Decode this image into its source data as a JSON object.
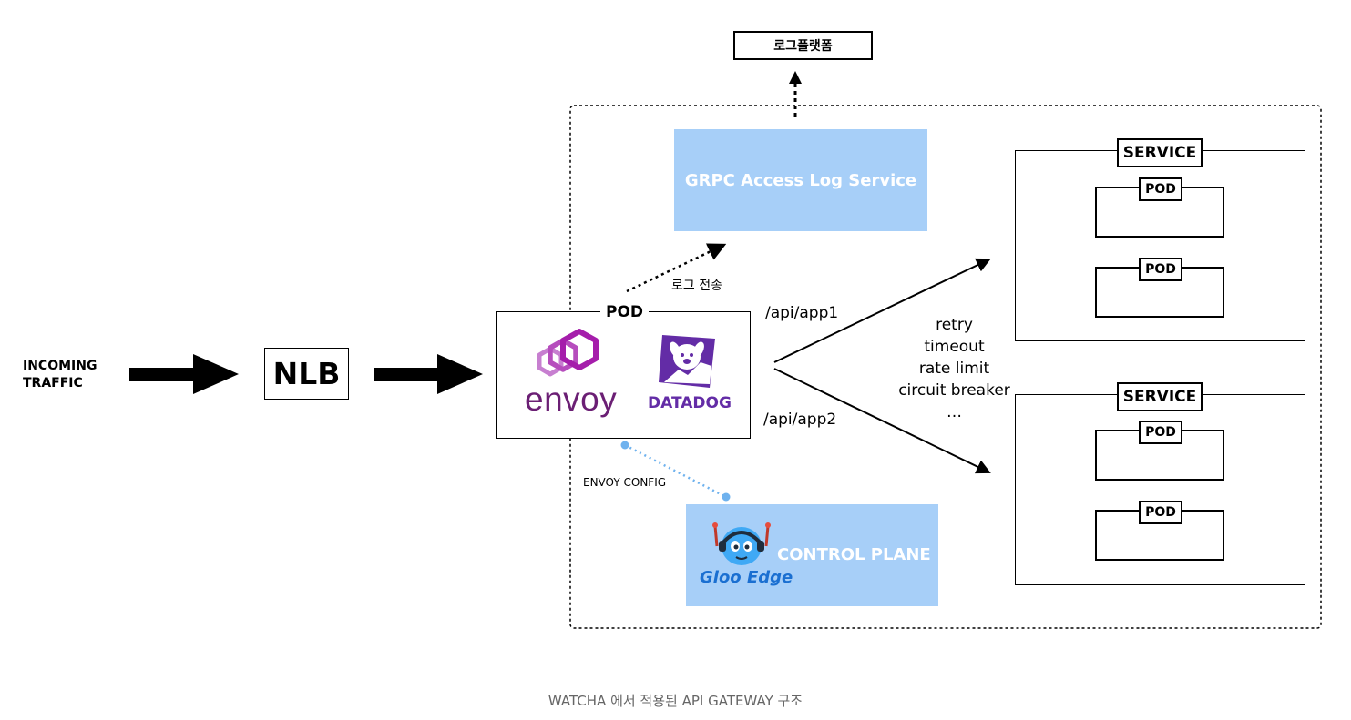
{
  "incoming_traffic": [
    "INCOMING",
    "TRAFFIC"
  ],
  "nlb": "NLB",
  "log_platform": "로그플랫폼",
  "grpc_service": "GRPC Access Log Service",
  "log_transfer": "로그 전송",
  "gateway_pod": {
    "label": "POD",
    "envoy_logo": "envoy",
    "datadog_logo": "DATADOG"
  },
  "routes": [
    "/api/app1",
    "/api/app2"
  ],
  "policies": [
    "retry",
    "timeout",
    "rate limit",
    "circuit breaker",
    "…"
  ],
  "envoy_config": "ENVOY CONFIG",
  "control_plane": {
    "label": "CONTROL PLANE",
    "logo_text": "Gloo Edge"
  },
  "services": [
    {
      "label": "SERVICE",
      "pods": [
        "POD",
        "POD"
      ]
    },
    {
      "label": "SERVICE",
      "pods": [
        "POD",
        "POD"
      ]
    }
  ],
  "caption": "WATCHA 에서 적용된 API GATEWAY 구조",
  "colors": {
    "blue_box": "#a7cff8",
    "envoy_purple": "#a51dab",
    "envoy_text": "#6b1f74",
    "datadog_purple": "#632ca6",
    "config_link": "#6fb2ee",
    "caption": "#666666"
  }
}
